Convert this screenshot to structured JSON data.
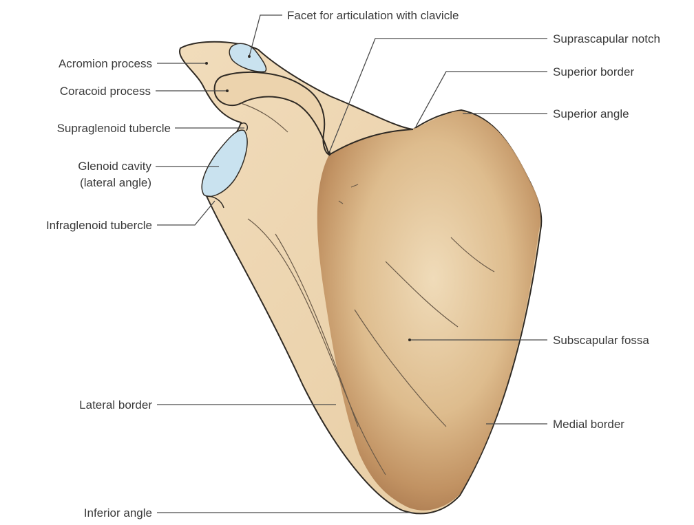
{
  "labels": {
    "facet_clavicle": "Facet for articulation with clavicle",
    "suprascapular_notch": "Suprascapular notch",
    "acromion_process": "Acromion process",
    "superior_border": "Superior border",
    "coracoid_process": "Coracoid process",
    "superior_angle": "Superior angle",
    "supraglenoid_tubercle": "Supraglenoid tubercle",
    "glenoid_cavity_line1": "Glenoid cavity",
    "glenoid_cavity_line2": "(lateral angle)",
    "infraglenoid_tubercle": "Infraglenoid tubercle",
    "subscapular_fossa": "Subscapular fossa",
    "lateral_border": "Lateral border",
    "medial_border": "Medial border",
    "inferior_angle": "Inferior angle"
  },
  "colors": {
    "bone": "#ecd5b0",
    "bone_shadow": "#b8865a",
    "articular_surface": "#c9e2ef",
    "outline": "#2f2a24",
    "label_text": "#3a3a3a",
    "leader_line": "#4a4a4a"
  }
}
